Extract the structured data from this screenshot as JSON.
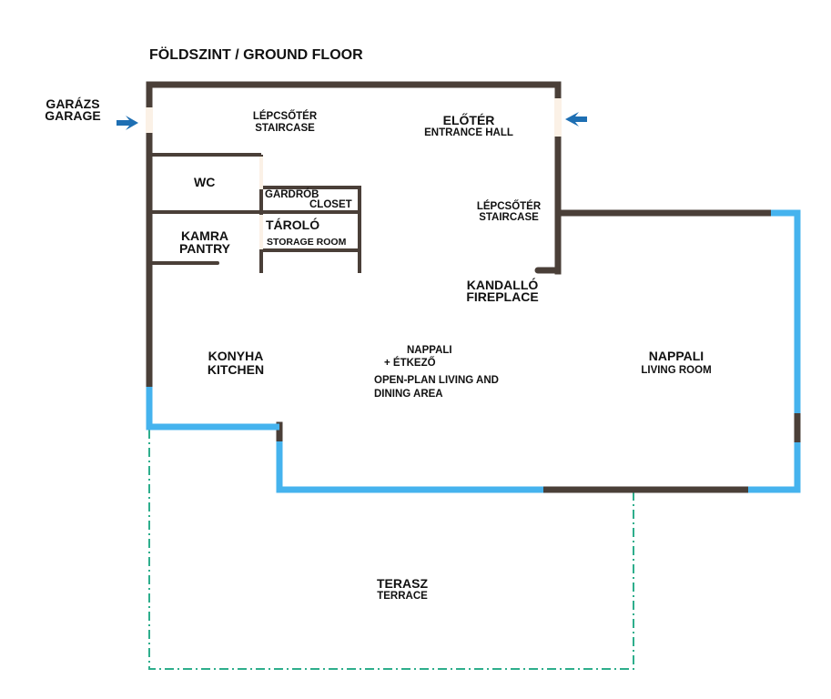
{
  "title": "FÖLDSZINT / GROUND FLOOR",
  "colors": {
    "wall": "#4a3f38",
    "window": "#45b3ee",
    "door": "#fbf1e6",
    "terrace": "#2eae8c",
    "arrow": "#1e6fb3"
  },
  "entrances": {
    "garage_hu": "GARÁZS",
    "garage_en": "GARAGE"
  },
  "rooms": {
    "staircase1": {
      "hu": "LÉPCSŐTÉR",
      "en": "STAIRCASE"
    },
    "entrance": {
      "hu": "ELŐTÉR",
      "en": "ENTRANCE HALL"
    },
    "wc": {
      "hu": "WC"
    },
    "closet": {
      "hu": "GARDRÓB",
      "en": "CLOSET"
    },
    "storage": {
      "hu": "TÁROLÓ",
      "en": "STORAGE ROOM"
    },
    "pantry": {
      "hu": "KAMRA",
      "en": "PANTRY"
    },
    "staircase2": {
      "hu": "LÉPCSŐTÉR",
      "en": "STAIRCASE"
    },
    "fireplace": {
      "hu": "KANDALLÓ",
      "en": "FIREPLACE"
    },
    "kitchen": {
      "hu": "KONYHA",
      "en": "KITCHEN"
    },
    "openplan": {
      "hu1": "NAPPALI",
      "hu2": "+ ÉTKEZŐ",
      "en1": "OPEN-PLAN LIVING AND",
      "en2": "DINING AREA"
    },
    "living": {
      "hu": "NAPPALI",
      "en": "LIVING ROOM"
    },
    "terrace": {
      "hu": "TERASZ",
      "en": "TERRACE"
    }
  }
}
